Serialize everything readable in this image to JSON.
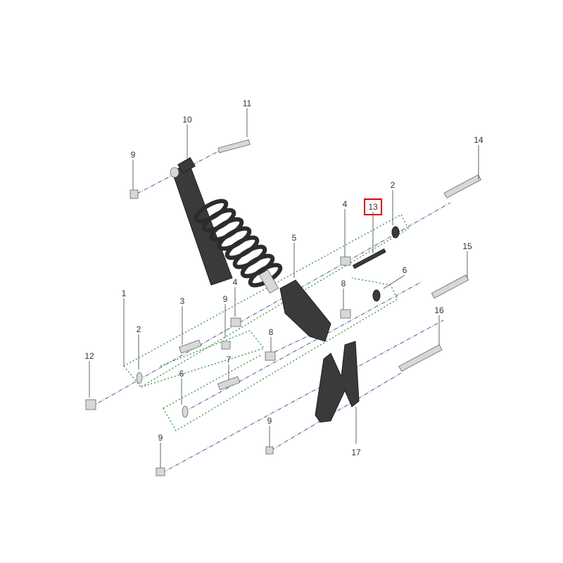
{
  "diagram": {
    "title": "Rear suspension exploded view",
    "highlighted_callout": "13",
    "highlight_color": "#e00000",
    "callouts": [
      {
        "id": "10"
      },
      {
        "id": "11"
      },
      {
        "id": "9"
      },
      {
        "id": "14"
      },
      {
        "id": "2"
      },
      {
        "id": "13"
      },
      {
        "id": "4"
      },
      {
        "id": "5"
      },
      {
        "id": "6"
      },
      {
        "id": "15"
      },
      {
        "id": "4"
      },
      {
        "id": "9"
      },
      {
        "id": "3"
      },
      {
        "id": "1"
      },
      {
        "id": "2"
      },
      {
        "id": "8"
      },
      {
        "id": "8"
      },
      {
        "id": "16"
      },
      {
        "id": "7"
      },
      {
        "id": "6"
      },
      {
        "id": "12"
      },
      {
        "id": "9"
      },
      {
        "id": "9"
      },
      {
        "id": "17"
      }
    ]
  }
}
